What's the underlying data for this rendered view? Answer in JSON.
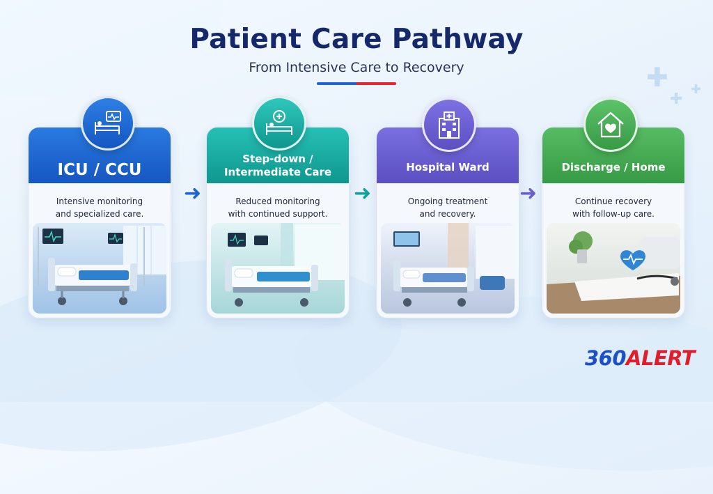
{
  "header": {
    "title": "Patient Care Pathway",
    "subtitle": "From Intensive Care to Recovery"
  },
  "stages": [
    {
      "title": "ICU / CCU",
      "description_lines": [
        "Intensive monitoring",
        "and specialized care."
      ],
      "icon": "icu-bed-monitor-icon",
      "color": "#1f66d1"
    },
    {
      "title_lines": [
        "Step-down /",
        "Intermediate Care"
      ],
      "description_lines": [
        "Reduced monitoring",
        "with continued support."
      ],
      "icon": "bed-plus-icon",
      "color": "#12a3a0"
    },
    {
      "title": "Hospital Ward",
      "description_lines": [
        "Ongoing treatment",
        "and recovery."
      ],
      "icon": "hospital-building-icon",
      "color": "#6a5fd0"
    },
    {
      "title": "Discharge / Home",
      "description_lines": [
        "Continue recovery",
        "with follow-up care."
      ],
      "icon": "house-heart-icon",
      "color": "#3aa84e"
    }
  ],
  "arrows": [
    {
      "icon": "chevron-right-icon",
      "color": "#1f66d1"
    },
    {
      "icon": "chevron-right-icon",
      "color": "#12a3a0"
    },
    {
      "icon": "chevron-right-icon",
      "color": "#6a5fd0"
    }
  ],
  "logo": {
    "number": "360",
    "word": "ALERT"
  }
}
